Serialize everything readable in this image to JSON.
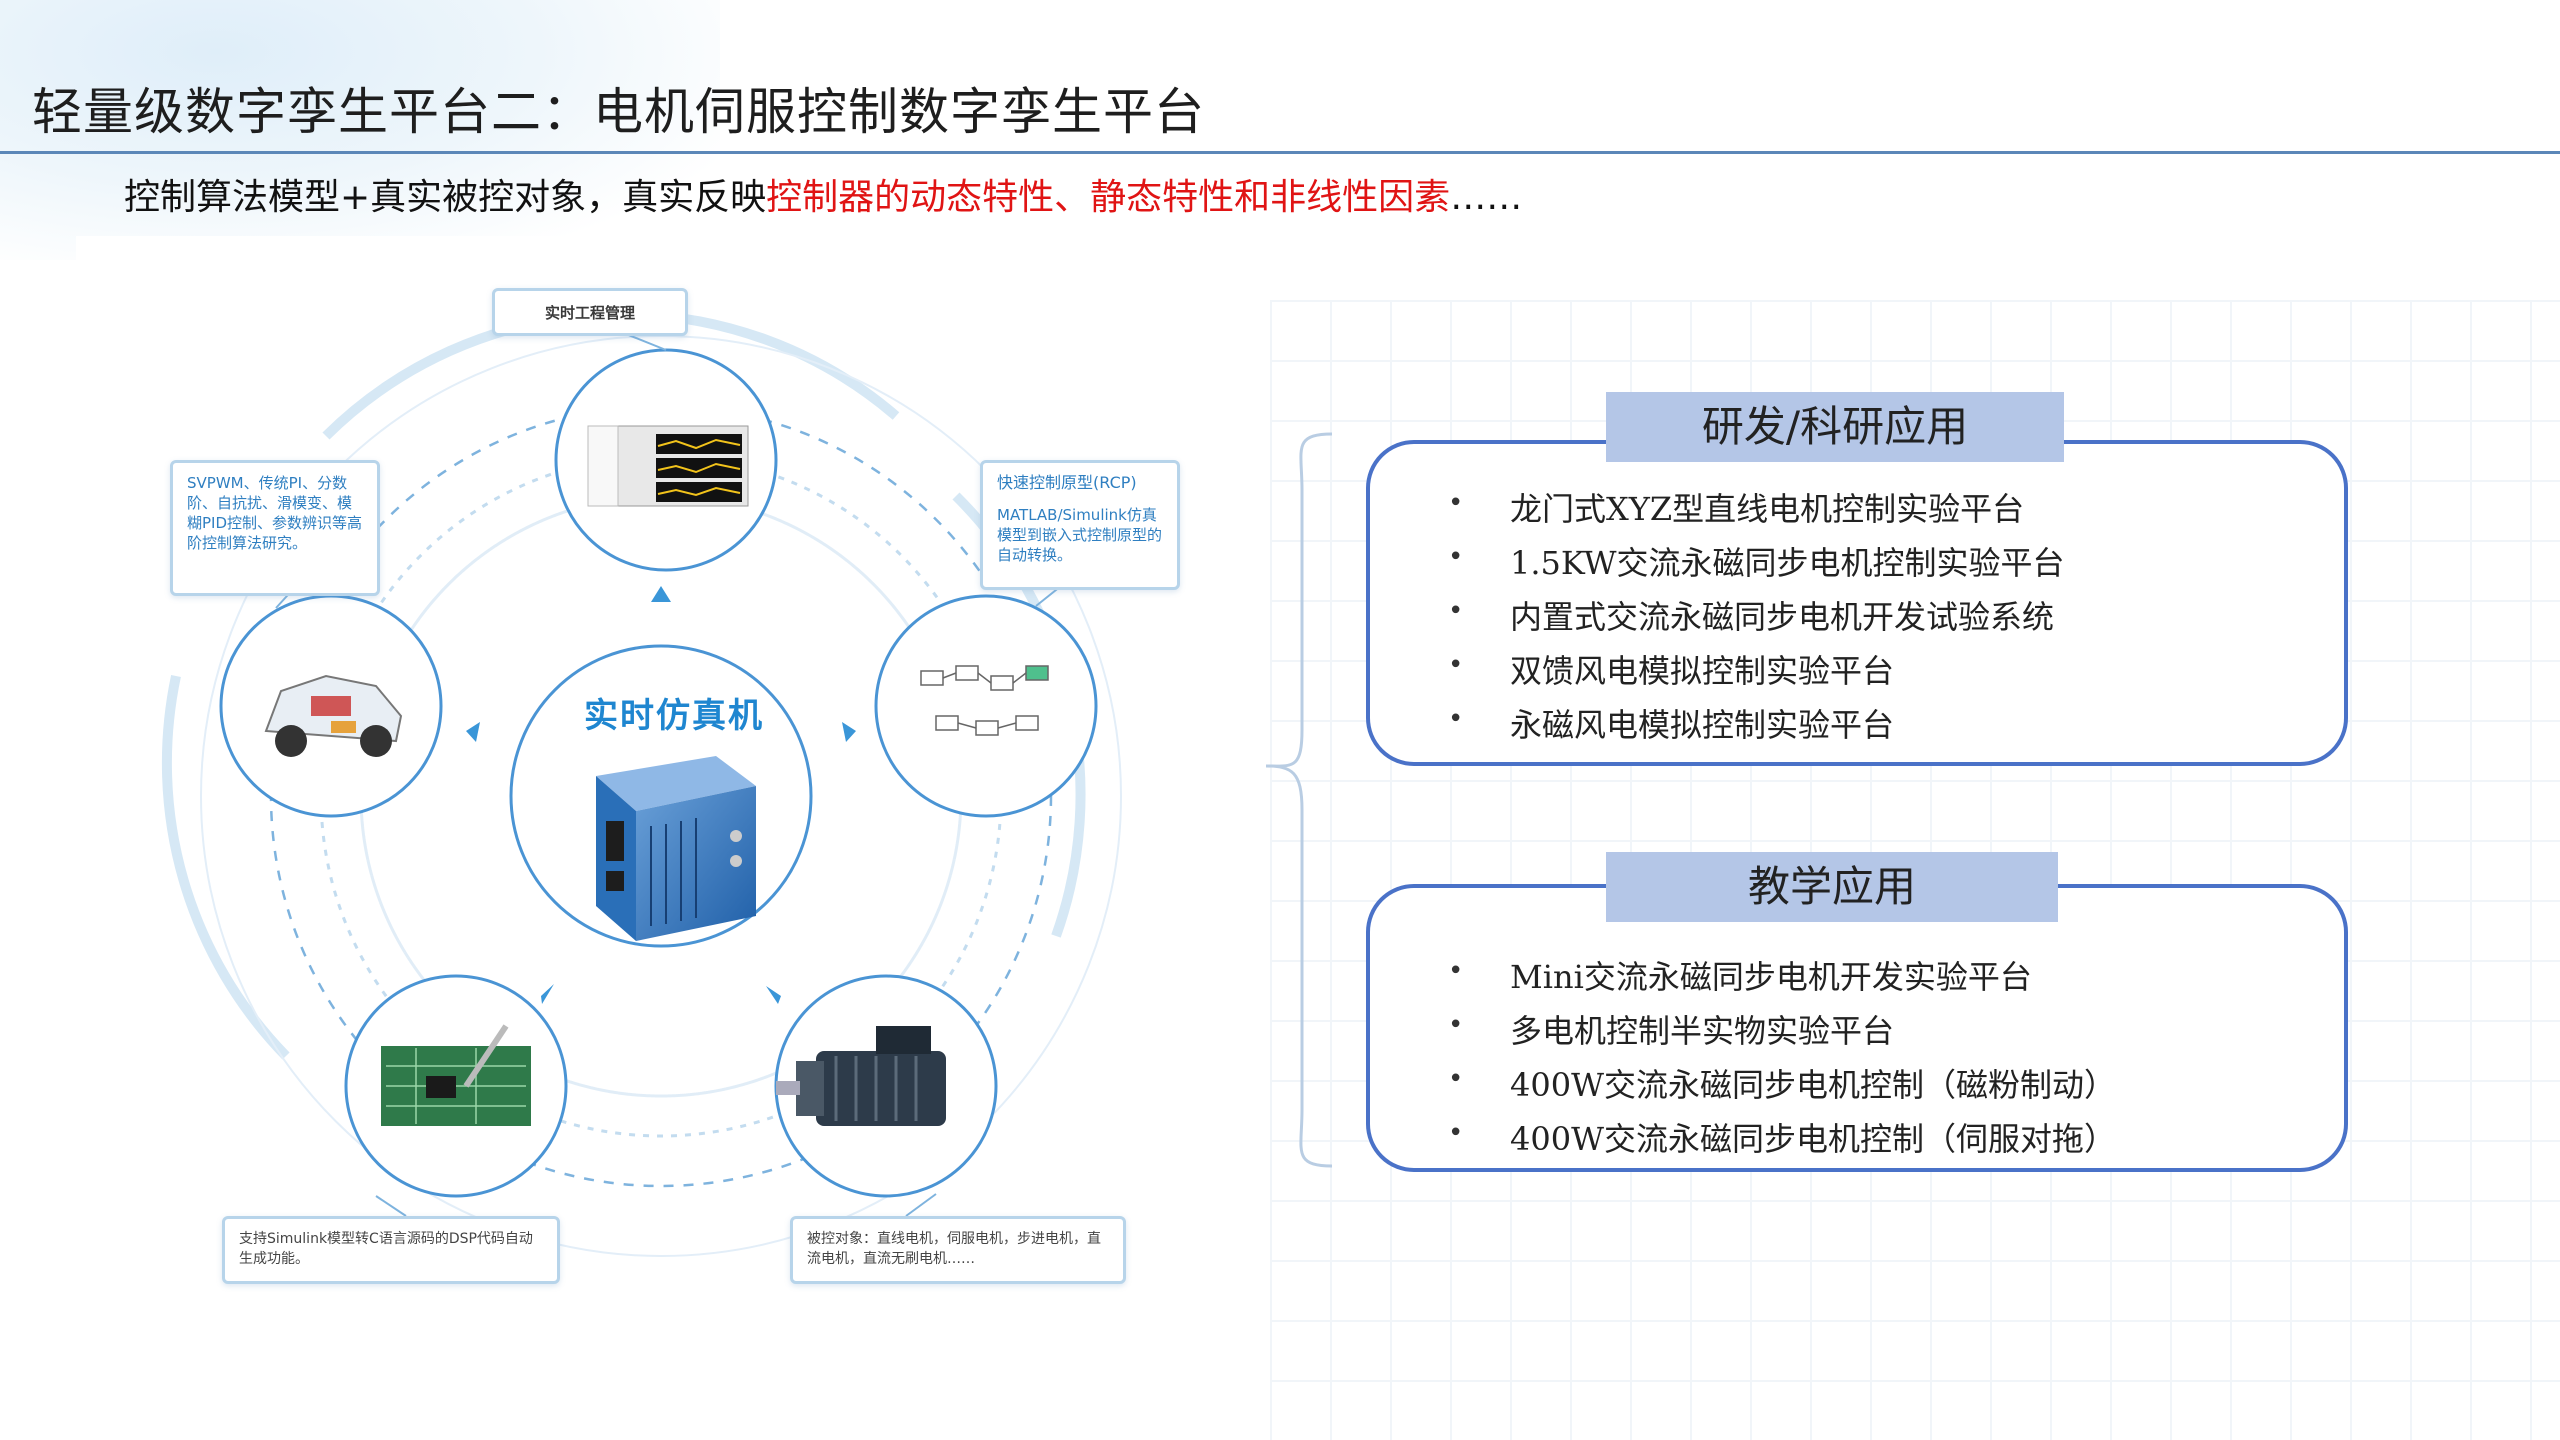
{
  "title": "轻量级数字孪生平台二：电机伺服控制数字孪生平台",
  "subtitle": {
    "lead": "控制算法模型+真实被控对象，真实反映",
    "highlight": "控制器的动态特性、静态特性和非线性因素",
    "tail": "……"
  },
  "diagram": {
    "center_label": "实时仿真机",
    "callouts": {
      "top": "实时工程管理",
      "left": "SVPWM、传统PI、分数阶、自抗扰、滑模变、模糊PID控制、参数辨识等高阶控制算法研究。",
      "right_title": "快速控制原型(RCP)",
      "right_body": "MATLAB/Simulink仿真模型到嵌入式控制原型的自动转换。",
      "bottom_left": "支持Simulink模型转C语言源码的DSP代码自动生成功能。",
      "bottom_right": "被控对象：直线电机，伺服电机，步进电机，直流电机，直流无刷电机……"
    }
  },
  "panels": [
    {
      "header": "研发/科研应用",
      "items": [
        "龙门式XYZ型直线电机控制实验平台",
        "1.5KW交流永磁同步电机控制实验平台",
        "内置式交流永磁同步电机开发试验系统",
        "双馈风电模拟控制实验平台",
        "永磁风电模拟控制实验平台"
      ]
    },
    {
      "header": "教学应用",
      "items": [
        "Mini交流永磁同步电机开发实验平台",
        "多电机控制半实物实验平台",
        "400W交流永磁同步电机控制（磁粉制动）",
        "400W交流永磁同步电机控制（伺服对拖）"
      ]
    }
  ],
  "colors": {
    "accent": "#4a72c8",
    "header_fill": "#b4c6e7",
    "highlight": "#e01414",
    "diagram_blue": "#1f86d0"
  },
  "icons": [
    "car-icon",
    "computer-screen-icon",
    "block-diagram-icon",
    "circuit-board-icon",
    "servo-motor-icon",
    "industrial-pc-icon"
  ]
}
